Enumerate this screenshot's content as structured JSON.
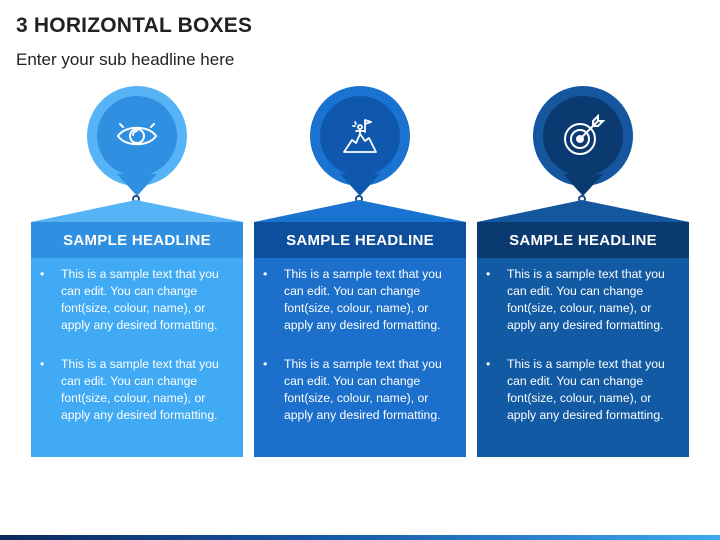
{
  "title": "3 HORIZONTAL BOXES",
  "subtitle": "Enter your sub headline here",
  "cards": [
    {
      "icon": "eye-icon",
      "headline": "SAMPLE HEADLINE",
      "bullets": [
        "This is a sample text that you can edit. You can change font(size, colour, name), or apply any desired formatting.",
        "This is a sample text that you can edit. You can change font(size, colour, name), or apply any desired formatting."
      ],
      "colors": {
        "ring": "#56b4f6",
        "inner": "#2f8fe0",
        "tip": "#2f8fe0",
        "tri": "#56b4f6",
        "header": "#2f8fe0",
        "body": "#40aaf5"
      }
    },
    {
      "icon": "mountain-flag-icon",
      "headline": "SAMPLE HEADLINE",
      "bullets": [
        "This is a sample text that you can edit. You can change font(size, colour, name), or apply any desired formatting.",
        "This is a sample text that you can edit. You can change font(size, colour, name), or apply any desired formatting."
      ],
      "colors": {
        "ring": "#1a73d0",
        "inner": "#0f58ad",
        "tip": "#0f58ad",
        "tri": "#1a73d0",
        "header": "#0d4f9c",
        "body": "#1d6fcc"
      }
    },
    {
      "icon": "target-icon",
      "headline": "SAMPLE HEADLINE",
      "bullets": [
        "This is a sample text that you can edit. You can change font(size, colour, name), or apply any desired formatting.",
        "This is a sample text that you can edit. You can change font(size, colour, name), or apply any desired formatting."
      ],
      "colors": {
        "ring": "#14579f",
        "inner": "#0b3a70",
        "tip": "#0b3a70",
        "tri": "#14579f",
        "header": "#0b3a70",
        "body": "#125aa3"
      }
    }
  ]
}
